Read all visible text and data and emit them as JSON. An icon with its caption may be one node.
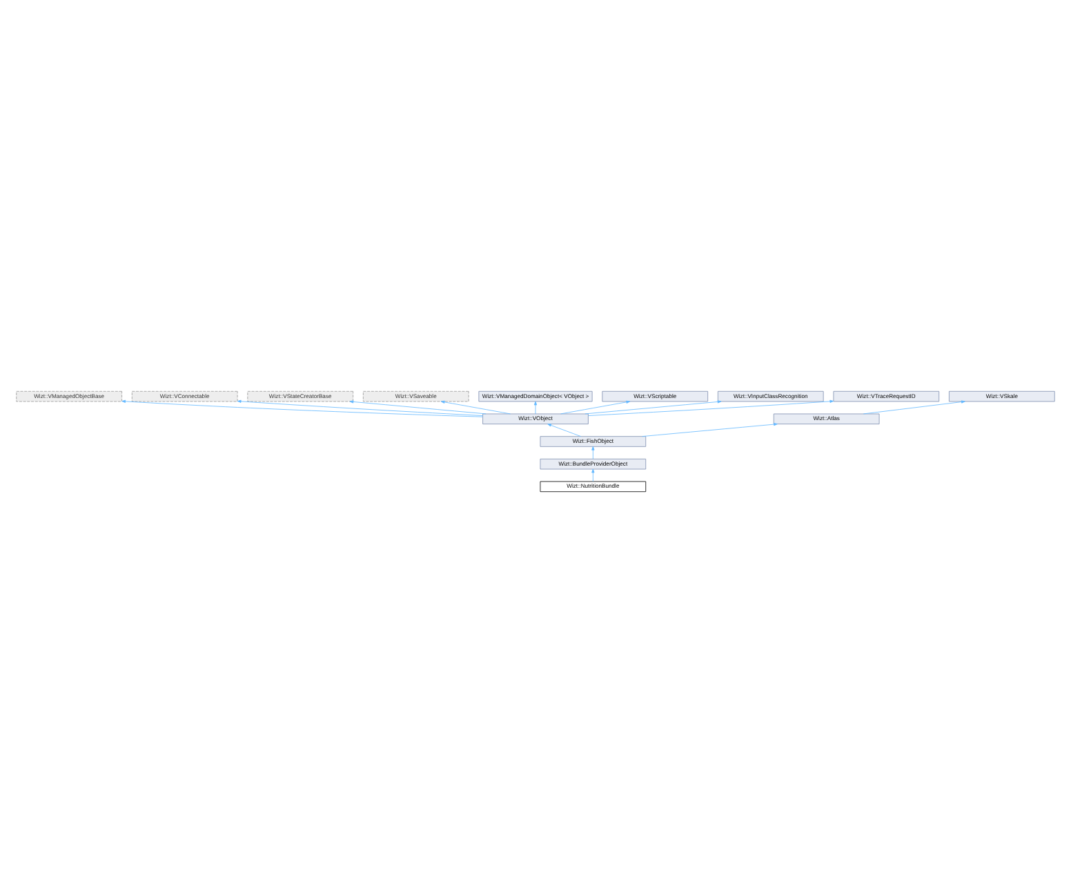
{
  "diagram": {
    "nodes": [
      {
        "text": [
          "Wizt::VManagedObjectBase"
        ]
      },
      {
        "text": [
          "Wizt::VConnectable"
        ]
      },
      {
        "text": [
          "Wizt::VStateCreatorBase"
        ]
      },
      {
        "text": [
          "Wizt::VSaveable"
        ]
      },
      {
        "text": [
          "Wizt::VManagedDomainObject< VObject >"
        ]
      },
      {
        "text": [
          "Wizt::VScriptable"
        ]
      },
      {
        "text": [
          "Wizt::VInputClassRecognition"
        ]
      },
      {
        "text": [
          "Wizt::VTraceRequestID"
        ]
      },
      {
        "text": [
          "Wizt::VSkale"
        ]
      },
      {
        "text": [
          "Wizt::VObject"
        ]
      },
      {
        "text": [
          "Wizt::Atlas"
        ]
      },
      {
        "text": [
          "Wizt::FishObject"
        ]
      },
      {
        "text": [
          "Wizt::BundleProviderObject"
        ]
      },
      {
        "text": [
          "Wizt::NutritionBundle"
        ]
      }
    ],
    "edges": [
      {
        "from": 9,
        "to": 0,
        "arrow": "to"
      },
      {
        "from": 9,
        "to": 1,
        "arrow": "to"
      },
      {
        "from": 9,
        "to": 2,
        "arrow": "to"
      },
      {
        "from": 9,
        "to": 3,
        "arrow": "to"
      },
      {
        "from": 9,
        "to": 4,
        "arrow": "to"
      },
      {
        "from": 9,
        "to": 5,
        "arrow": "to"
      },
      {
        "from": 9,
        "to": 6,
        "arrow": "to"
      },
      {
        "from": 9,
        "to": 7,
        "arrow": "to"
      },
      {
        "from": 10,
        "to": 8,
        "arrow": "to"
      },
      {
        "from": 11,
        "to": 9,
        "arrow": "to"
      },
      {
        "from": 11,
        "to": 10,
        "arrow": "to"
      },
      {
        "from": 12,
        "to": 11,
        "arrow": "to"
      },
      {
        "from": 13,
        "to": 12,
        "arrow": "to"
      }
    ]
  }
}
